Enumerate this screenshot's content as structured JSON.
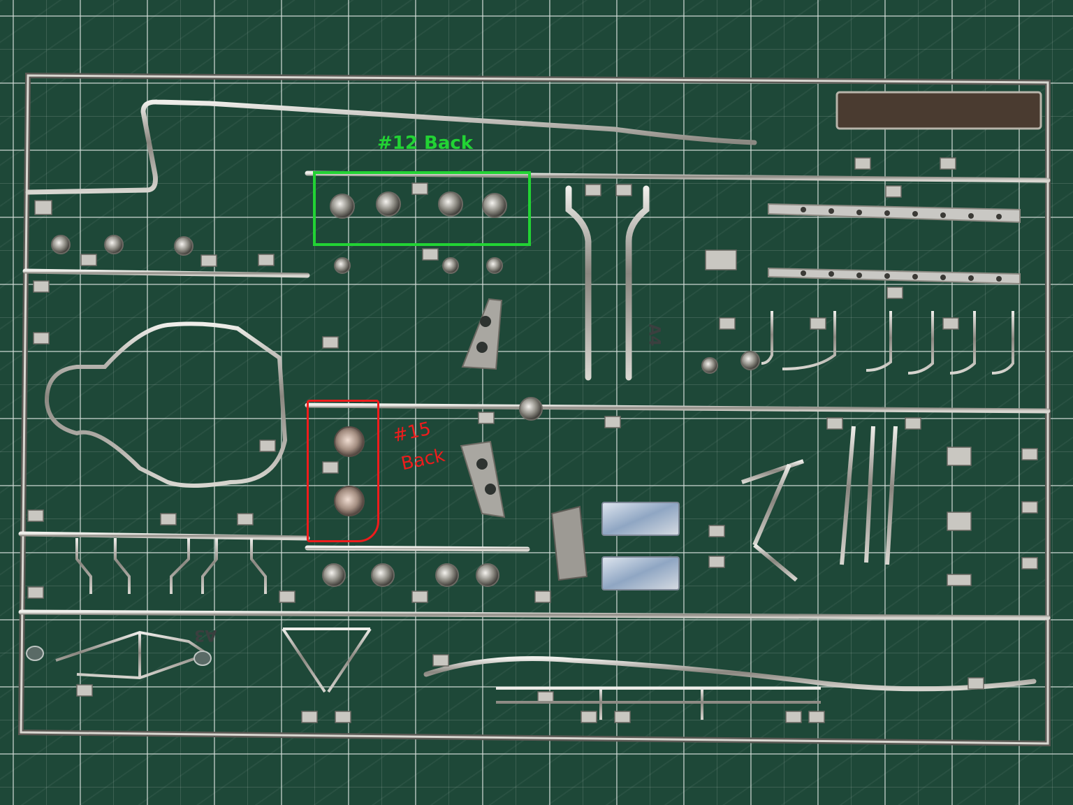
{
  "photo": {
    "mat_color": "#1e4838",
    "grid_line_color": "#d7e1dc",
    "chrome_color": "#b8b6b0"
  },
  "sprue_tags": {
    "left": "A3",
    "right": "A4"
  },
  "annotations": {
    "green": {
      "text": "#12 Back",
      "color": "#22d334"
    },
    "red": {
      "line1": "#15",
      "line2": "Back",
      "color": "#ee1c1c"
    }
  }
}
